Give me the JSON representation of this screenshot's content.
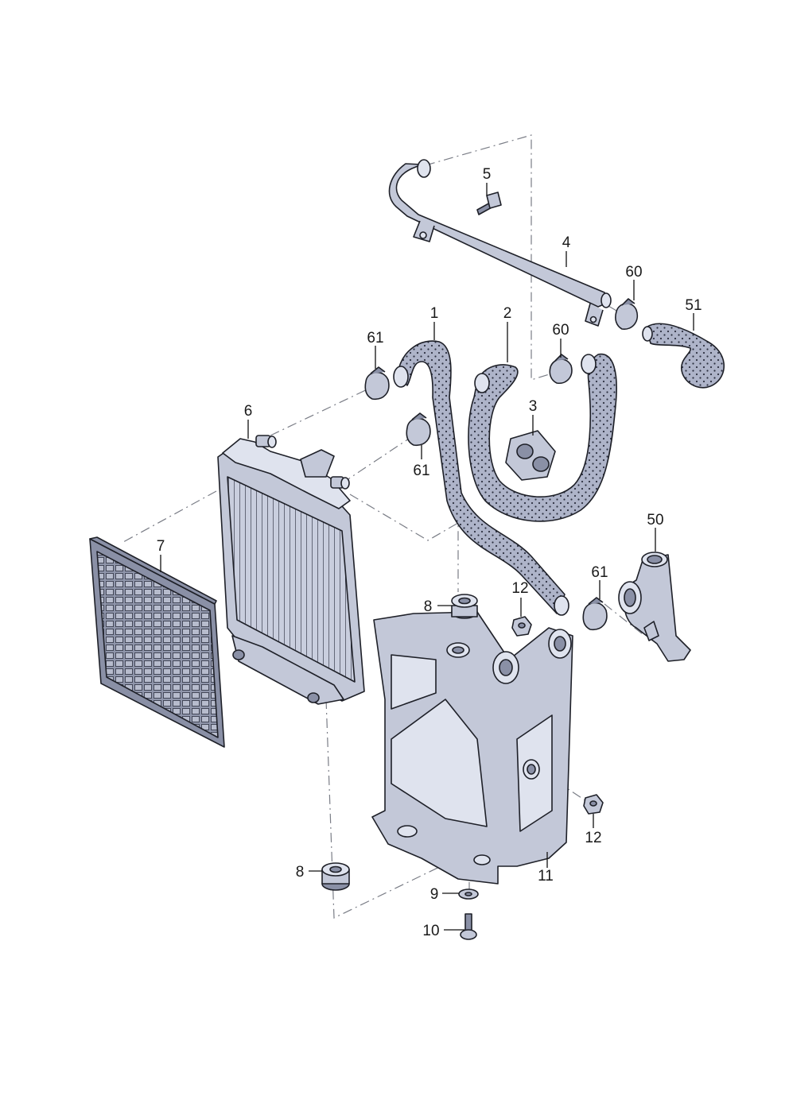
{
  "diagram": {
    "callouts": [
      {
        "id": "c1",
        "text": "1"
      },
      {
        "id": "c2",
        "text": "2"
      },
      {
        "id": "c3",
        "text": "3"
      },
      {
        "id": "c4",
        "text": "4"
      },
      {
        "id": "c5",
        "text": "5"
      },
      {
        "id": "c6",
        "text": "6"
      },
      {
        "id": "c7",
        "text": "7"
      },
      {
        "id": "c8a",
        "text": "8"
      },
      {
        "id": "c8b",
        "text": "8"
      },
      {
        "id": "c9",
        "text": "9"
      },
      {
        "id": "c10",
        "text": "10"
      },
      {
        "id": "c11",
        "text": "11"
      },
      {
        "id": "c12a",
        "text": "12"
      },
      {
        "id": "c12b",
        "text": "12"
      },
      {
        "id": "c50",
        "text": "50"
      },
      {
        "id": "c51",
        "text": "51"
      },
      {
        "id": "c60a",
        "text": "60"
      },
      {
        "id": "c60b",
        "text": "60"
      },
      {
        "id": "c61a",
        "text": "61"
      },
      {
        "id": "c61b",
        "text": "61"
      },
      {
        "id": "c61c",
        "text": "61"
      }
    ],
    "colors": {
      "hose": "#aeb4c9",
      "metal": "#c3c8d8",
      "outline": "#1e2028",
      "dash_line": "#7a7d86"
    }
  }
}
